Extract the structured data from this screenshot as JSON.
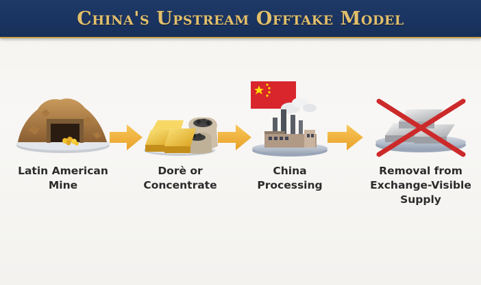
{
  "header": {
    "title": "China's Upstream Offtake Model"
  },
  "steps": [
    {
      "label": "Latin American\nMine",
      "icon": "mine-icon"
    },
    {
      "label": "Dorè or\nConcentrate",
      "icon": "gold-bars-ore-sacks-icon"
    },
    {
      "label": "China\nProcessing",
      "icon": "factory-china-flag-icon"
    },
    {
      "label": "Removal from\nExchange-Visible\nSupply",
      "icon": "crossed-silver-bars-icon"
    }
  ],
  "colors": {
    "header_bg": "#1f3a67",
    "title_gold": "#e2bf6b",
    "arrow": "#f0b43a",
    "cross": "#cc2a2a",
    "flag_red": "#d8262c",
    "flag_star": "#ffde00"
  }
}
